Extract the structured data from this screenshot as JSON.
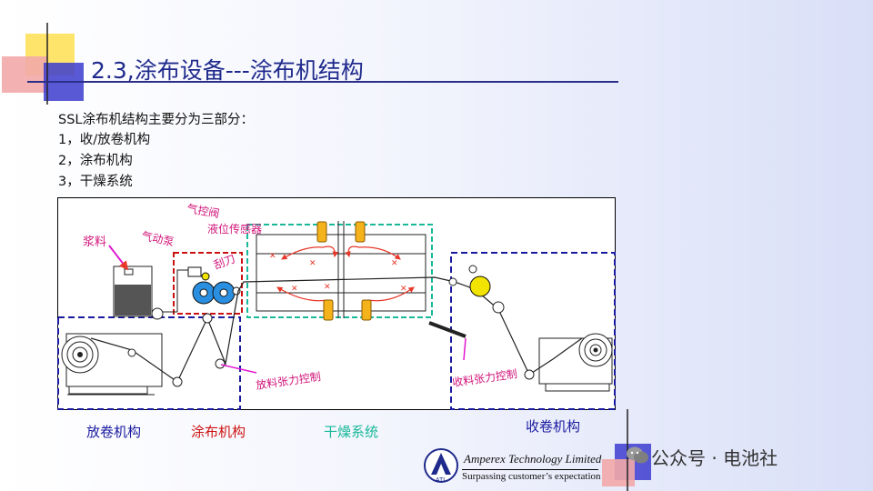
{
  "title": "2.3,涂布设备---涂布机结构",
  "intro": {
    "heading": "SSL涂布机结构主要分为三部分：",
    "items": [
      "1，收/放卷机构",
      "2，涂布机构",
      "3，干燥系统"
    ]
  },
  "diagram": {
    "labels": {
      "slurry": "浆料",
      "pneumatic_pump": "气动泵",
      "air_valve": "气控阀",
      "level_sensor": "液位传感器",
      "blade": "刮刀",
      "unwind_tension": "放料张力控制",
      "rewind_tension": "收料张力控制"
    },
    "sections": {
      "unwind": "放卷机构",
      "coating": "涂布机构",
      "drying": "干燥系统",
      "rewind": "收卷机构"
    },
    "colors": {
      "unwind": "#1a1aa0",
      "coating": "#cc1111",
      "drying": "#18b89a",
      "rewind": "#1a1aa0",
      "handwriting": "#d0157a",
      "title": "#1f2a8c"
    }
  },
  "footer": {
    "company_name": "Amperex Technology Limited",
    "slogan": "Surpassing customer’s expectation",
    "logo_text": "ATL",
    "watermark": "公众号 · 电池社"
  }
}
